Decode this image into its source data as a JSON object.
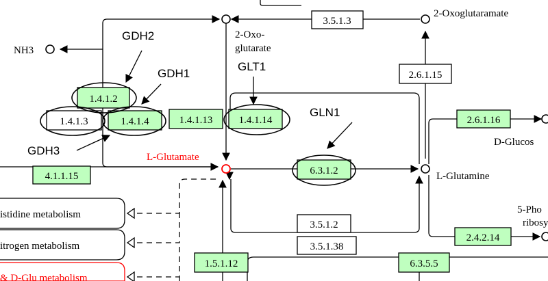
{
  "colors": {
    "enzyme_fill": "#bfffbf",
    "plain_fill": "#ffffff",
    "highlight": "#ff0000",
    "stroke": "#000000"
  },
  "compounds": {
    "nh3": "NH3",
    "oxoglutaramate": "2-Oxoglutaramate",
    "oxoglutarate_line1": "2-Oxo-",
    "oxoglutarate_line2": "glutarate",
    "l_glutamate": "L-Glutamate",
    "l_glutamine": "L-Glutamine",
    "d_glucos": "D-Glucos",
    "pho_line1": "5-Pho",
    "pho_line2": "ribosy"
  },
  "enzymes": {
    "e_3_5_1_3": "3.5.1.3",
    "e_2_6_1_15": "2.6.1.15",
    "e_1_4_1_2": "1.4.1.2",
    "e_1_4_1_3": "1.4.1.3",
    "e_1_4_1_4": "1.4.1.4",
    "e_1_4_1_13": "1.4.1.13",
    "e_1_4_1_14": "1.4.1.14",
    "e_2_6_1_16": "2.6.1.16",
    "e_4_1_1_15": "4.1.1.15",
    "e_6_3_1_2": "6.3.1.2",
    "e_3_5_1_2": "3.5.1.2",
    "e_3_5_1_38": "3.5.1.38",
    "e_1_5_1_12": "1.5.1.12",
    "e_6_3_5_5": "6.3.5.5",
    "e_2_4_2_14": "2.4.2.14"
  },
  "genes": {
    "gdh2": "GDH2",
    "gdh1": "GDH1",
    "gdh3": "GDH3",
    "glt1": "GLT1",
    "gln1": "GLN1"
  },
  "maps": {
    "histidine": "istidine metabolism",
    "nitrogen": "itrogen metabolism",
    "dglu": "& D-Glu metabolism"
  }
}
